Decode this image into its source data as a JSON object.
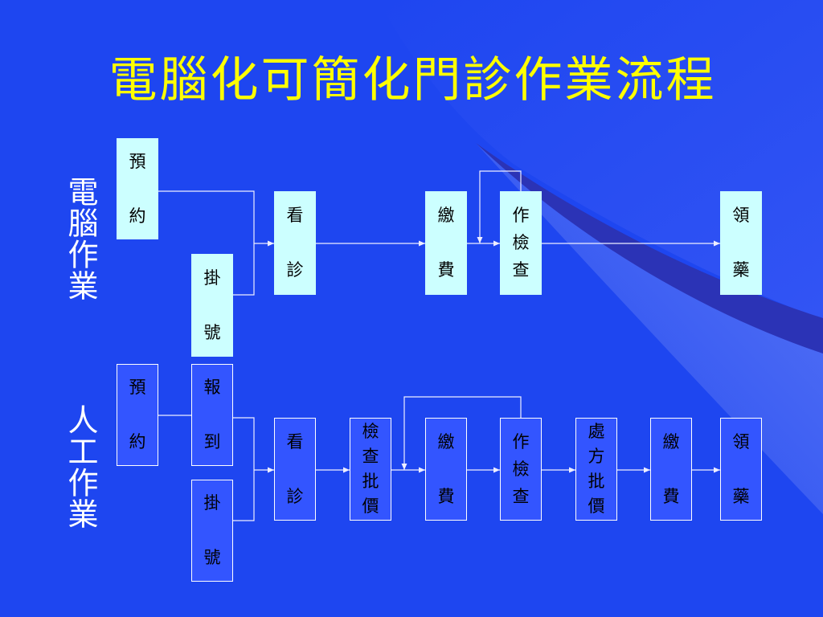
{
  "slide": {
    "title": "電腦化可簡化門診作業流程",
    "colors": {
      "background": "#1e46f0",
      "title": "#ffff00",
      "row_label": "#ffffff",
      "computer_step_fill": "#ccffff",
      "manual_step_fill": "#3355ff",
      "manual_step_border": "#ffffff",
      "step_text": "#000000",
      "connector": "#eeeeff"
    }
  },
  "computer_flow": {
    "label": "電腦作業",
    "steps": [
      "預約",
      "掛號",
      "看診",
      "繳費",
      "作檢查",
      "領藥"
    ]
  },
  "manual_flow": {
    "label": "人工作業",
    "steps": [
      "預約",
      "報到",
      "掛號",
      "看診",
      "檢查批價",
      "繳費",
      "作檢查",
      "處方批價",
      "繳費",
      "領藥"
    ]
  }
}
